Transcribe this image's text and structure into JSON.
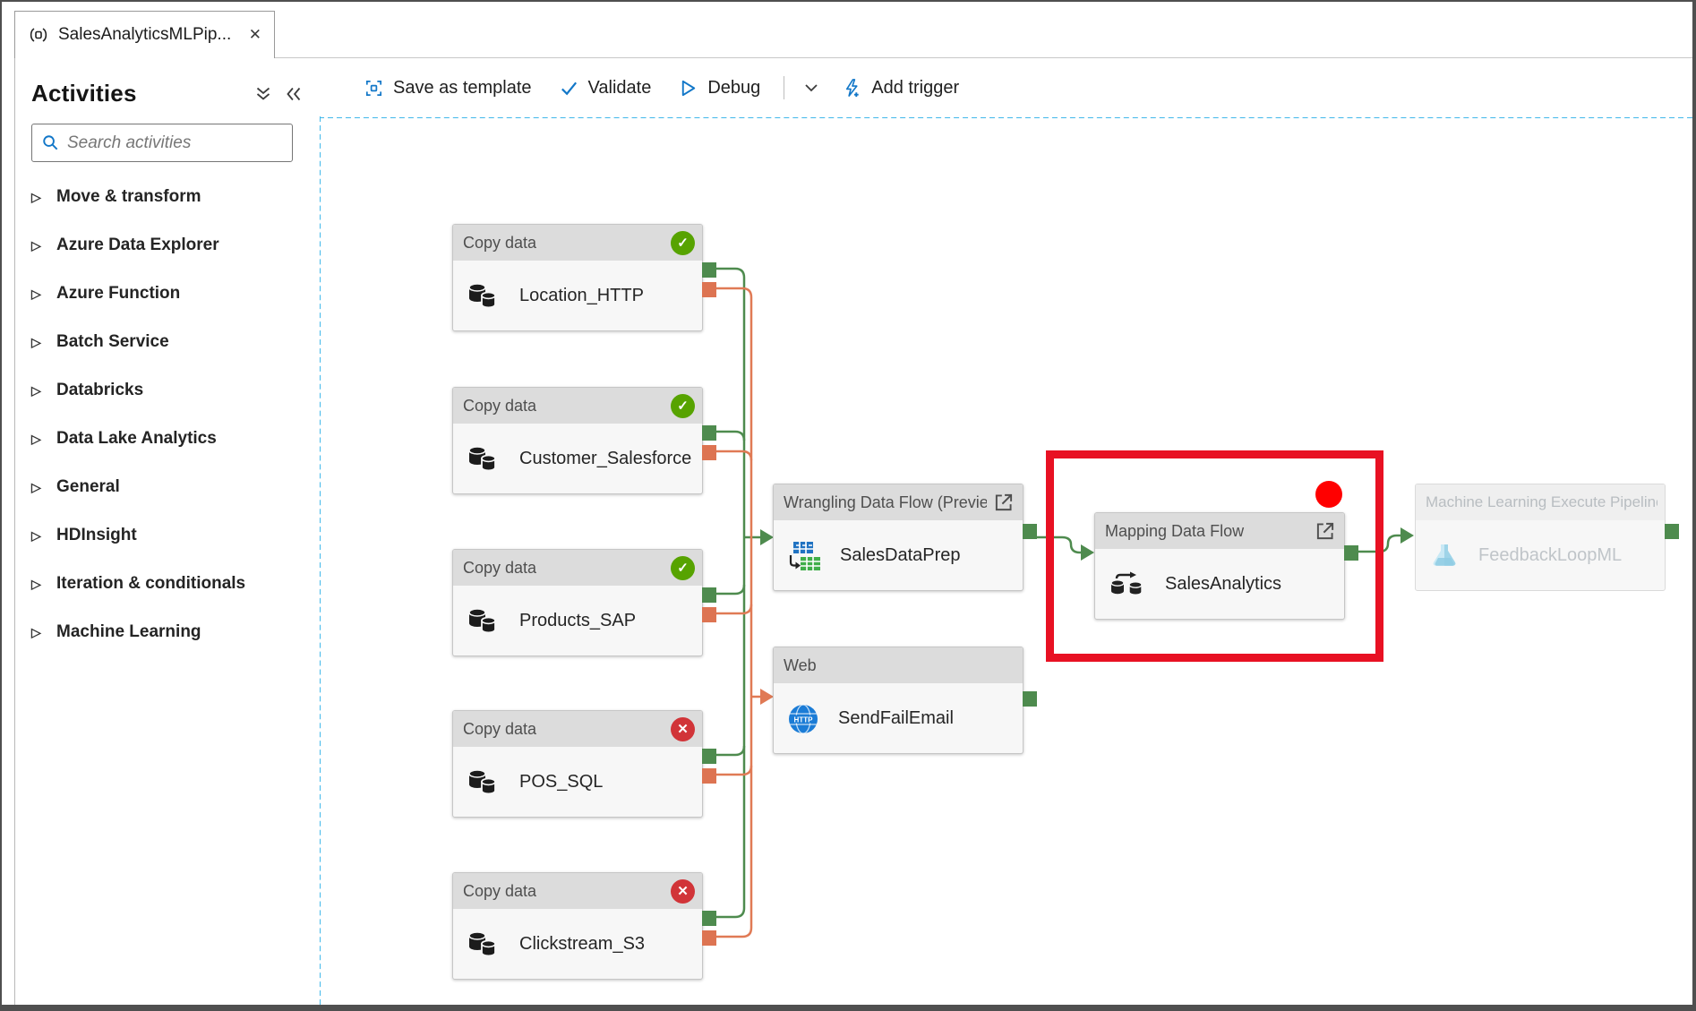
{
  "tab": {
    "title": "SalesAnalyticsMLPip...",
    "close_icon": "✕"
  },
  "sidebar": {
    "title": "Activities",
    "search_placeholder": "Search activities",
    "items": [
      "Move & transform",
      "Azure Data Explorer",
      "Azure Function",
      "Batch Service",
      "Databricks",
      "Data Lake Analytics",
      "General",
      "HDInsight",
      "Iteration & conditionals",
      "Machine Learning"
    ]
  },
  "toolbar": {
    "save_as_template": "Save as template",
    "validate": "Validate",
    "debug": "Debug",
    "add_trigger": "Add trigger"
  },
  "nodes": {
    "copy": [
      {
        "header": "Copy data",
        "name": "Location_HTTP",
        "status": "success"
      },
      {
        "header": "Copy data",
        "name": "Customer_Salesforce",
        "status": "success"
      },
      {
        "header": "Copy data",
        "name": "Products_SAP",
        "status": "success"
      },
      {
        "header": "Copy data",
        "name": "POS_SQL",
        "status": "error"
      },
      {
        "header": "Copy data",
        "name": "Clickstream_S3",
        "status": "error"
      }
    ],
    "wrangling": {
      "header": "Wrangling Data Flow (Preview",
      "name": "SalesDataPrep"
    },
    "web": {
      "header": "Web",
      "name": "SendFailEmail",
      "icon_label": "HTTP"
    },
    "mapping": {
      "header": "Mapping Data Flow",
      "name": "SalesAnalytics"
    },
    "ml": {
      "header": "Machine Learning Execute Pipeline",
      "name": "FeedbackLoopML"
    }
  },
  "colors": {
    "accent_blue": "#1277c8",
    "success_green": "#57a300",
    "error_red": "#d13438",
    "edge_green": "#4e8b4e",
    "edge_orange": "#e07a55",
    "highlight_red": "#e81123",
    "canvas_dash_blue": "#41b8ea"
  }
}
